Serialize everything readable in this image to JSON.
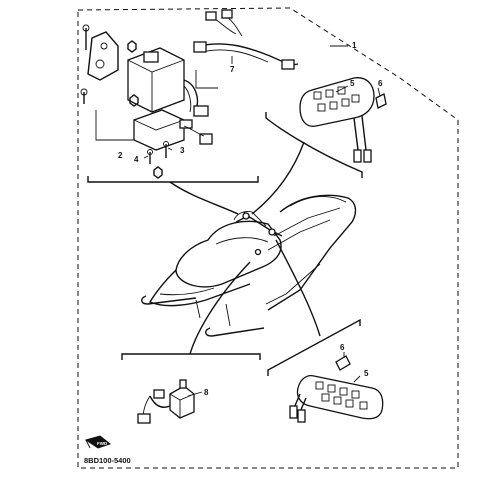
{
  "diagram": {
    "callouts": {
      "c1": "1",
      "c2": "2",
      "c3": "3",
      "c4": "4",
      "c5a": "5",
      "c5b": "5",
      "c6a": "6",
      "c6b": "6",
      "c7": "7",
      "c8": "8"
    },
    "fwd_label": "FWD",
    "part_code": "8BD100-5400"
  }
}
